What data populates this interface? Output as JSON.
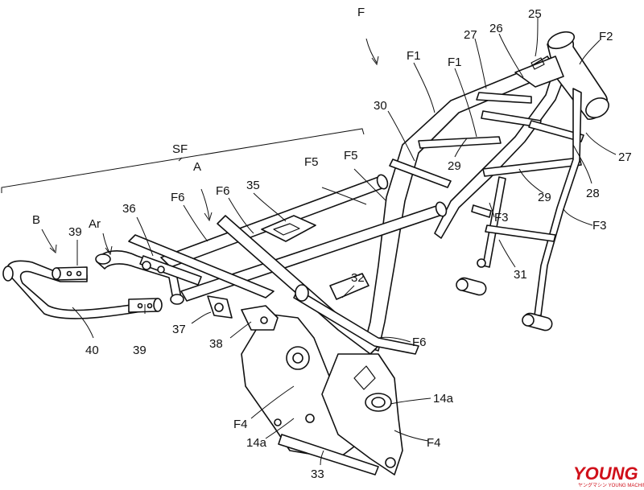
{
  "labels": {
    "F": "F",
    "SF": "SF",
    "A": "A",
    "Ar": "Ar",
    "B": "B",
    "F1": "F1",
    "F2": "F2",
    "F3": "F3",
    "F4": "F4",
    "F5": "F5",
    "F6": "F6",
    "n14a": "14a",
    "n25": "25",
    "n26": "26",
    "n27": "27",
    "n28": "28",
    "n29": "29",
    "n30": "30",
    "n31": "31",
    "n32": "32",
    "n33": "33",
    "n35": "35",
    "n36": "36",
    "n37": "37",
    "n38": "38",
    "n39": "39",
    "n40": "40"
  },
  "watermark": {
    "main": "YOUNG",
    "sub": "ヤングマシン  YOUNG MACHINE"
  },
  "colors": {
    "ink": "#111111",
    "background": "#ffffff",
    "brand": "#d0101a"
  }
}
